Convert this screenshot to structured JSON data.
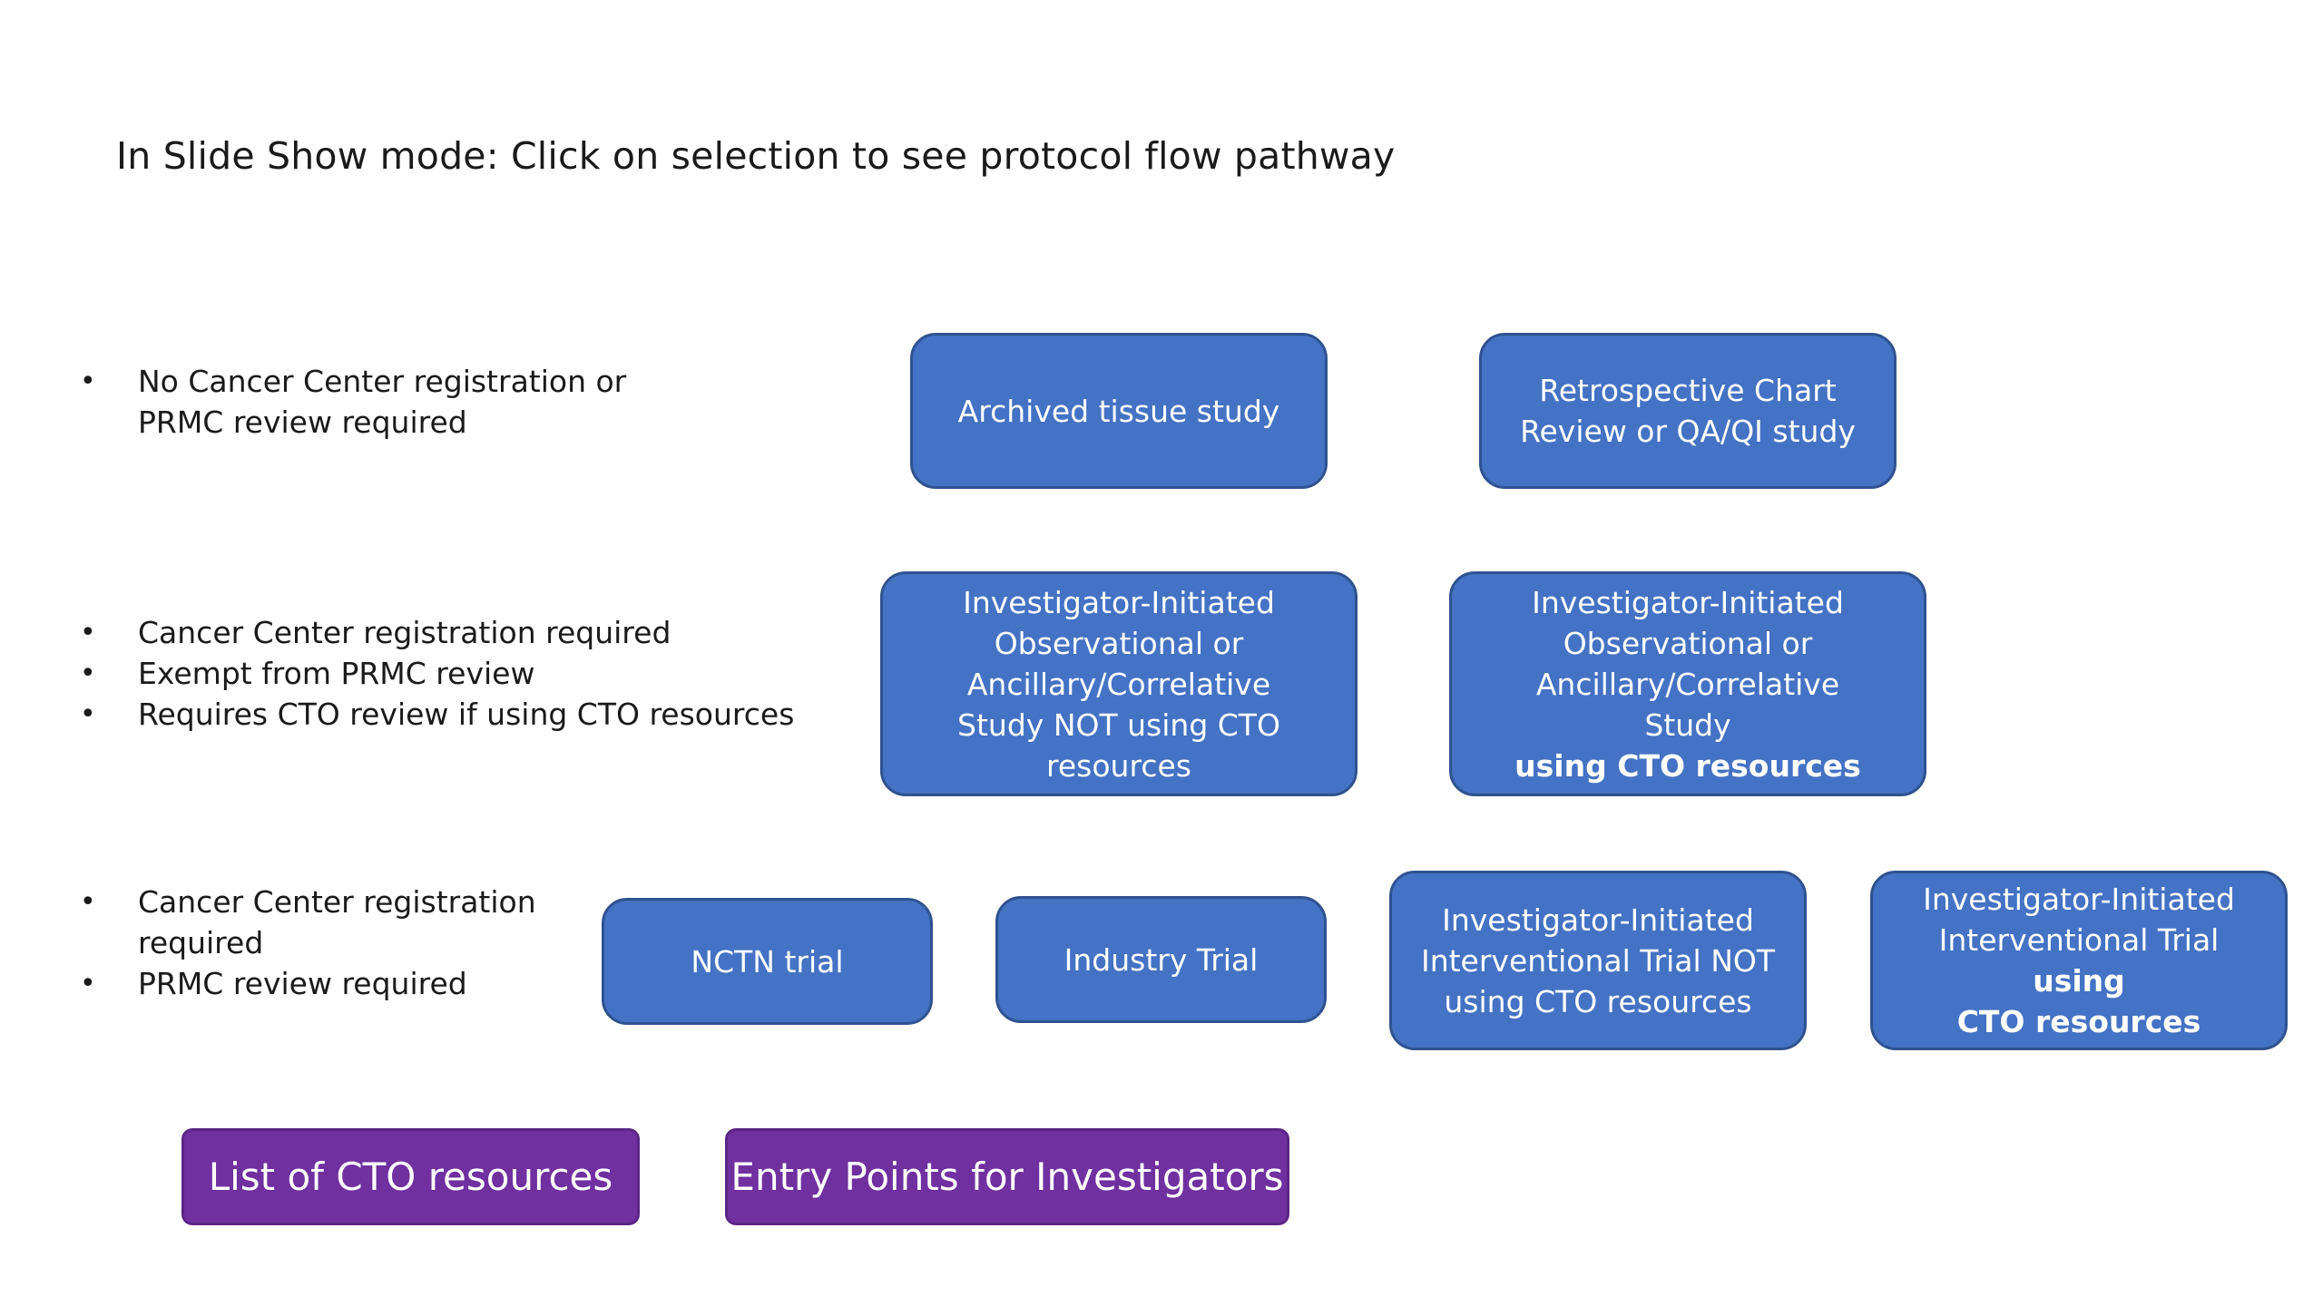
{
  "title": "In Slide Show mode: Click on selection to see protocol flow pathway",
  "colors": {
    "box_fill": "#4472C4",
    "box_border": "#2F528F",
    "purple_fill": "#7030A0"
  },
  "rows": [
    {
      "bullets": [
        "No Cancer Center registration or PRMC review required"
      ]
    },
    {
      "bullets": [
        "Cancer Center registration required",
        "Exempt from PRMC review",
        "Requires CTO review if using CTO resources"
      ]
    },
    {
      "bullets": [
        "Cancer Center registration required",
        "PRMC review required"
      ]
    }
  ],
  "boxes": {
    "archived": "Archived tissue study",
    "retro": "Retrospective Chart Review or QA/QI study",
    "obs_not": "Investigator-Initiated Observational or Ancillary/Correlative Study NOT using CTO resources",
    "obs_using_prefix": "Investigator-Initiated Observational or Ancillary/Correlative Study",
    "obs_using_bold": "using CTO resources",
    "nctn": "NCTN trial",
    "industry": "Industry Trial",
    "int_not": "Investigator-Initiated Interventional Trial NOT using CTO resources",
    "int_using_prefix": "Investigator-Initiated Interventional  Trial",
    "int_using_bold1": "using",
    "int_using_bold2": "CTO resources"
  },
  "links": {
    "cto_resources": "List of CTO resources",
    "entry_points": "Entry Points for Investigators"
  }
}
